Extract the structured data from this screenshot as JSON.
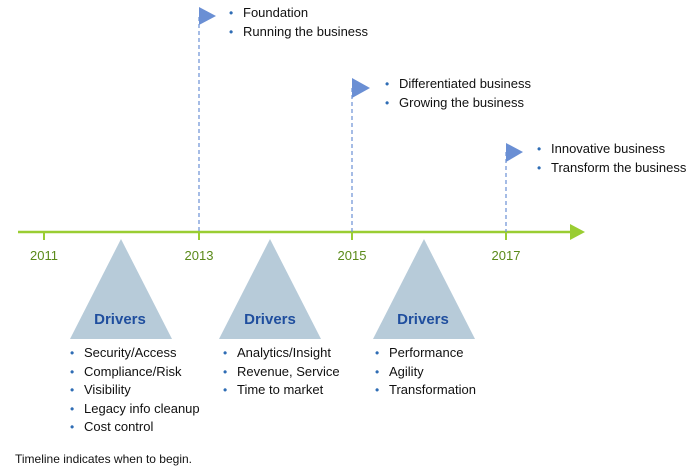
{
  "timeline": {
    "years": [
      "2011",
      "2013",
      "2015",
      "2017"
    ]
  },
  "milestones": [
    {
      "year": "2013",
      "items": [
        "Foundation",
        "Running the business"
      ]
    },
    {
      "year": "2015",
      "items": [
        "Differentiated business",
        "Growing the business"
      ]
    },
    {
      "year": "2017",
      "items": [
        "Innovative business",
        "Transform the business"
      ]
    }
  ],
  "drivers": [
    {
      "label": "Drivers",
      "items": [
        "Security/Access",
        "Compliance/Risk",
        "Visibility",
        "Legacy info cleanup",
        "Cost control"
      ]
    },
    {
      "label": "Drivers",
      "items": [
        "Analytics/Insight",
        "Revenue, Service",
        "Time to market"
      ]
    },
    {
      "label": "Drivers",
      "items": [
        "Performance",
        "Agility",
        "Transformation"
      ]
    }
  ],
  "footnote": "Timeline indicates when to begin.",
  "colors": {
    "axis": "#9acd32",
    "year_text": "#5a8a1a",
    "flag": "#6a8fd4",
    "dashed_line": "#6a8fd4",
    "driver_triangle": "#b7cbd9",
    "driver_label": "#1f4e9e",
    "bullet": "#2f6db5"
  }
}
